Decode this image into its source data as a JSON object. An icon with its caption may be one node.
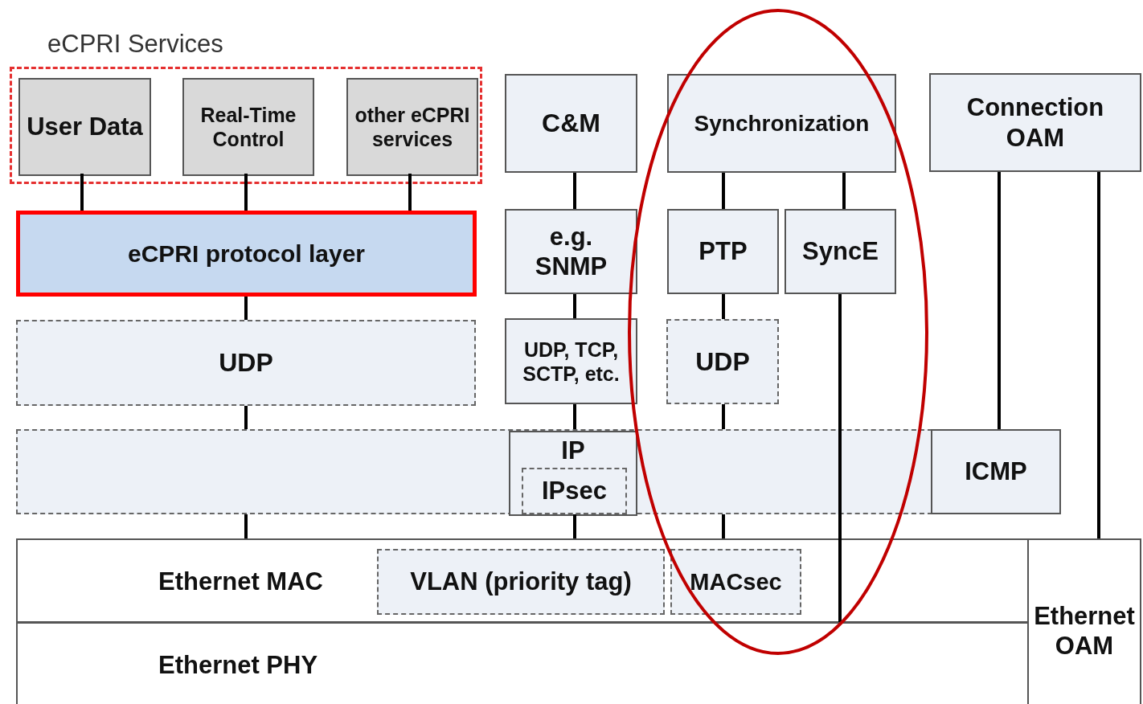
{
  "diagram": {
    "nodes": [
      {
        "text": [
          "eCPRI Services"
        ]
      },
      {
        "text": [
          "User Data"
        ],
        "in": 0
      },
      {
        "text": [
          "Real-Time Control"
        ],
        "in": 0
      },
      {
        "text": [
          "other eCPRI services"
        ],
        "in": 0
      },
      {
        "text": [
          "eCPRI protocol layer"
        ]
      },
      {
        "text": [
          "UDP"
        ]
      },
      {
        "text": [
          "C&M"
        ]
      },
      {
        "text": [
          "e.g. SNMP"
        ]
      },
      {
        "text": [
          "UDP, TCP, SCTP, etc."
        ]
      },
      {
        "text": [
          "Synchronization"
        ]
      },
      {
        "text": [
          "PTP"
        ]
      },
      {
        "text": [
          "SyncE"
        ]
      },
      {
        "text": [
          "UDP"
        ]
      },
      {
        "text": [
          "Connection OAM"
        ]
      },
      {
        "text": [],
        "shape": "box"
      },
      {
        "text": [
          "IP"
        ],
        "in": 14
      },
      {
        "text": [
          "IPsec"
        ],
        "in": 15
      },
      {
        "text": [
          "ICMP"
        ]
      },
      {
        "text": [
          "Ethernet MAC"
        ]
      },
      {
        "text": [
          "VLAN (priority tag)"
        ],
        "in": 18
      },
      {
        "text": [
          "MACsec"
        ],
        "in": 18
      },
      {
        "text": [
          "Ethernet PHY"
        ]
      },
      {
        "text": [
          "Ethernet OAM"
        ]
      }
    ],
    "edges": [
      {
        "from": 1,
        "to": 4,
        "arrow": "none"
      },
      {
        "from": 2,
        "to": 4,
        "arrow": "none"
      },
      {
        "from": 3,
        "to": 4,
        "arrow": "none"
      },
      {
        "from": 4,
        "to": 5,
        "arrow": "none"
      },
      {
        "from": 5,
        "to": 14,
        "arrow": "none"
      },
      {
        "from": 14,
        "to": 18,
        "arrow": "none"
      },
      {
        "from": 6,
        "to": 7,
        "arrow": "none"
      },
      {
        "from": 7,
        "to": 8,
        "arrow": "none"
      },
      {
        "from": 8,
        "to": 15,
        "arrow": "none"
      },
      {
        "from": 15,
        "to": 18,
        "arrow": "none"
      },
      {
        "from": 9,
        "to": 10,
        "arrow": "none"
      },
      {
        "from": 9,
        "to": 11,
        "arrow": "none"
      },
      {
        "from": 10,
        "to": 12,
        "arrow": "none"
      },
      {
        "from": 12,
        "to": 14,
        "arrow": "none"
      },
      {
        "from": 14,
        "to": 18,
        "arrow": "none"
      },
      {
        "from": 11,
        "to": 21,
        "arrow": "none"
      },
      {
        "from": 13,
        "to": 17,
        "arrow": "none"
      },
      {
        "from": 13,
        "to": 22,
        "arrow": "none"
      }
    ]
  }
}
